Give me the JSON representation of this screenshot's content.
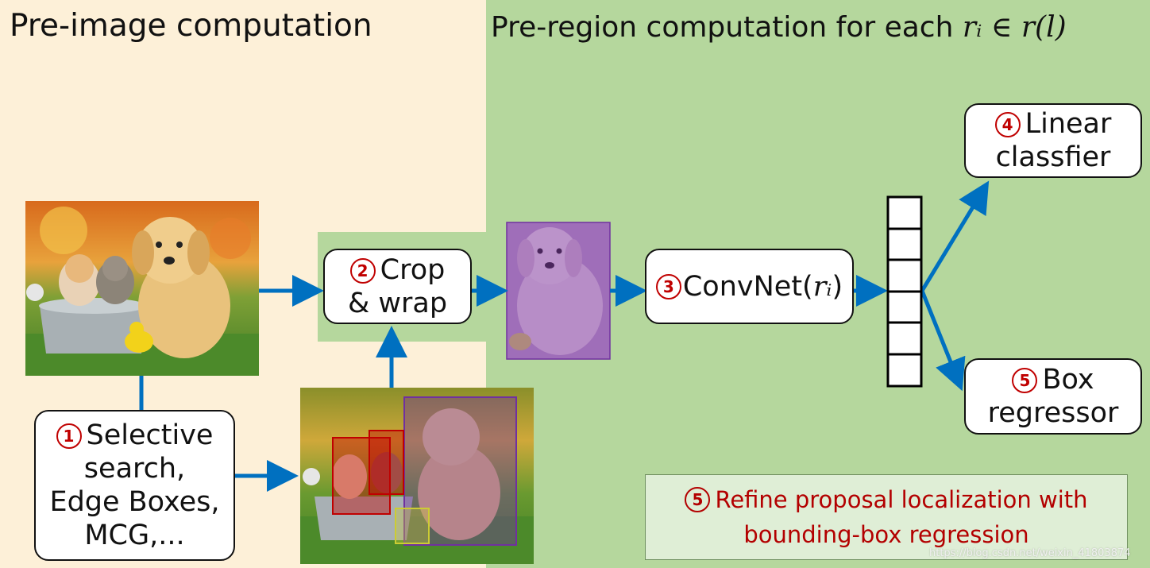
{
  "headings": {
    "pre_image": "Pre-image computation",
    "pre_region_prefix": "Pre-region computation for each ",
    "pre_region_math": "rᵢ ∈ r(l)"
  },
  "nodes": {
    "step1": {
      "number": "1",
      "lines": [
        "Selective",
        "search,",
        "Edge Boxes,",
        "MCG,..."
      ]
    },
    "step2": {
      "number": "2",
      "lines": [
        "Crop",
        "& wrap"
      ]
    },
    "step3": {
      "number": "3",
      "label": "ConvNet(",
      "math": "rᵢ",
      "suffix": ")"
    },
    "step4": {
      "number": "4",
      "lines": [
        "Linear",
        "classfier"
      ]
    },
    "step5": {
      "number": "5",
      "lines": [
        "Box",
        "regressor"
      ]
    }
  },
  "note": {
    "number": "5",
    "line1": "Refine proposal localization with",
    "line2": "bounding-box regression"
  },
  "watermark": "https://blog.csdn.net/weixin_41803874",
  "feature_vector": {
    "cells": 6
  },
  "colors": {
    "accent": "#0070c0",
    "number_red": "#c00000",
    "left_bg": "#fdf0d8",
    "right_bg": "#b5d79d",
    "note_text": "#b30000",
    "proposal_purple": "#7030a0",
    "proposal_red": "#c00000",
    "proposal_yellow": "#cccc33"
  },
  "images": {
    "input": "puppy-kittens-photo",
    "proposals": "photo-with-region-proposals",
    "cropped": "cropped-puppy-region"
  }
}
